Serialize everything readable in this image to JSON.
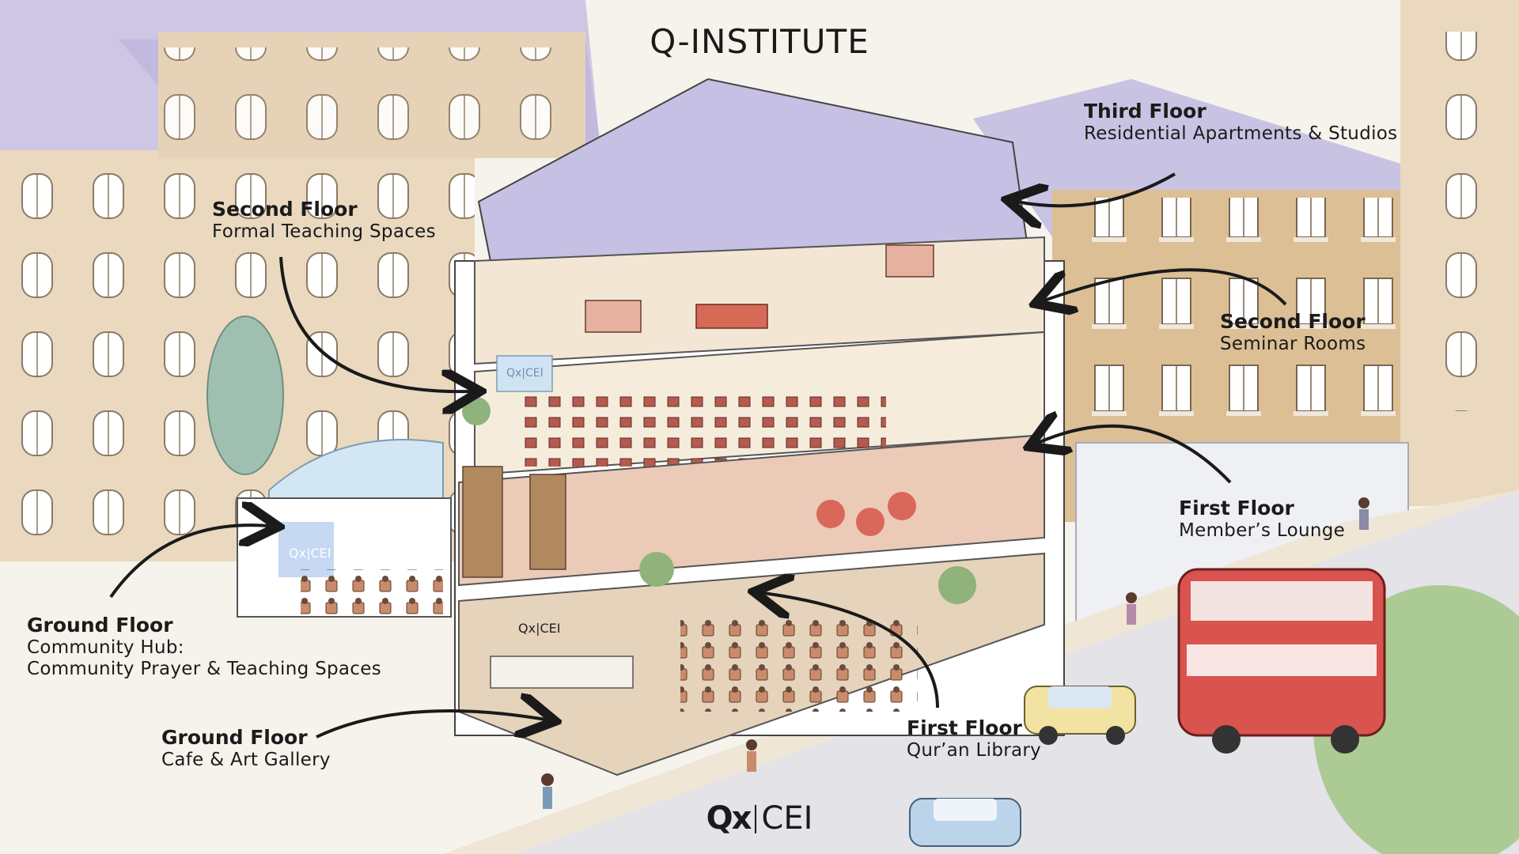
{
  "title": "Q-INSTITUTE",
  "logo": {
    "mark": "Qx",
    "text": "CEI"
  },
  "callouts": {
    "third_floor": {
      "name": "Third Floor",
      "desc": "Residential Apartments & Studios"
    },
    "second_floor_formal": {
      "name": "Second Floor",
      "desc": "Formal Teaching Spaces"
    },
    "second_floor_seminar": {
      "name": "Second Floor",
      "desc": "Seminar Rooms"
    },
    "first_floor_lounge": {
      "name": "First Floor",
      "desc": "Member’s Lounge"
    },
    "ground_floor_hub": {
      "name": "Ground Floor",
      "desc": "Community Hub:",
      "desc2": "Community Prayer & Teaching Spaces"
    },
    "ground_floor_cafe": {
      "name": "Ground Floor",
      "desc": "Cafe & Art Gallery"
    },
    "first_floor_library": {
      "name": "First Floor",
      "desc": "Qur’an Library"
    }
  },
  "signs": {
    "wall_sign": "Qx|CEI"
  },
  "colors": {
    "sky": "#f6f3ec",
    "brick_left": "#e8d7bd",
    "brick_right": "#d9b98c",
    "roof": "#c9c3e3",
    "roof_dark": "#a9a0c9",
    "floor_warm": "#f3e3cf",
    "lounge": "#ecc6b3",
    "red_furniture": "#d9685b",
    "glass": "#cfe3f2",
    "road": "#e6e6ea",
    "bus_red": "#d9534f",
    "car_yellow": "#f3e3a2",
    "car_blue": "#bcd4ea",
    "tree_green": "#a9c98f",
    "arrow": "#1a1a1a"
  },
  "icons": [
    "arrow-curve-icon",
    "double-decker-bus-icon",
    "car-icon",
    "tree-icon",
    "plant-icon",
    "chair-icon"
  ]
}
